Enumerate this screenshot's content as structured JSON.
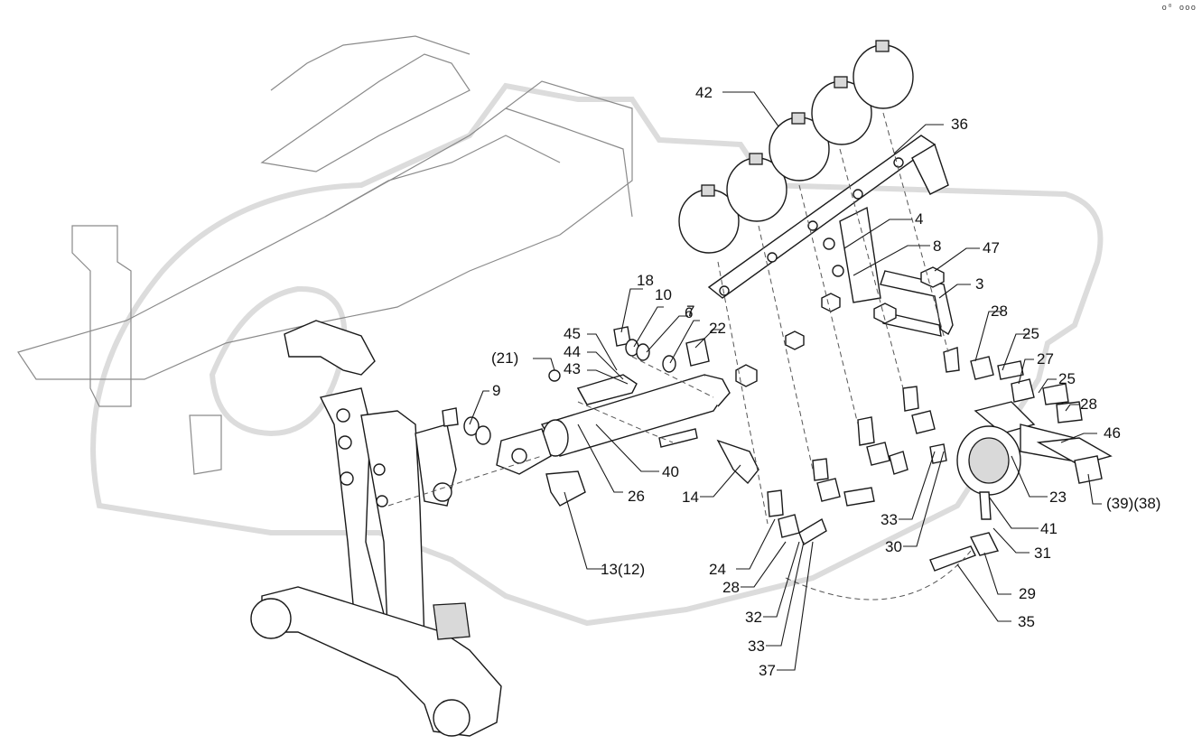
{
  "corner_mark": "o⁰ ooo",
  "callouts": [
    {
      "id": "c42",
      "text": "42"
    },
    {
      "id": "c36",
      "text": "36"
    },
    {
      "id": "c4",
      "text": "4"
    },
    {
      "id": "c8",
      "text": "8"
    },
    {
      "id": "c47",
      "text": "47"
    },
    {
      "id": "c3",
      "text": "3"
    },
    {
      "id": "c18",
      "text": "18"
    },
    {
      "id": "c10",
      "text": "10"
    },
    {
      "id": "c6",
      "text": "6"
    },
    {
      "id": "c7",
      "text": "7"
    },
    {
      "id": "c22",
      "text": "22"
    },
    {
      "id": "c45",
      "text": "45"
    },
    {
      "id": "c44",
      "text": "44"
    },
    {
      "id": "c43",
      "text": "43"
    },
    {
      "id": "c21",
      "text": "(21)"
    },
    {
      "id": "c9",
      "text": "9"
    },
    {
      "id": "c28a",
      "text": "28"
    },
    {
      "id": "c25a",
      "text": "25"
    },
    {
      "id": "c27",
      "text": "27"
    },
    {
      "id": "c25b",
      "text": "25"
    },
    {
      "id": "c28b",
      "text": "28"
    },
    {
      "id": "c46",
      "text": "46"
    },
    {
      "id": "c40",
      "text": "40"
    },
    {
      "id": "c26",
      "text": "26"
    },
    {
      "id": "c14",
      "text": "14"
    },
    {
      "id": "c23",
      "text": "23"
    },
    {
      "id": "c3938",
      "text": "(39)(38)"
    },
    {
      "id": "c41",
      "text": "41"
    },
    {
      "id": "c33a",
      "text": "33"
    },
    {
      "id": "c30",
      "text": "30"
    },
    {
      "id": "c31",
      "text": "31"
    },
    {
      "id": "c24",
      "text": "24"
    },
    {
      "id": "c1312",
      "text": "13(12)"
    },
    {
      "id": "c28c",
      "text": "28"
    },
    {
      "id": "c29",
      "text": "29"
    },
    {
      "id": "c32",
      "text": "32"
    },
    {
      "id": "c35",
      "text": "35"
    },
    {
      "id": "c33b",
      "text": "33"
    },
    {
      "id": "c37",
      "text": "37"
    }
  ]
}
